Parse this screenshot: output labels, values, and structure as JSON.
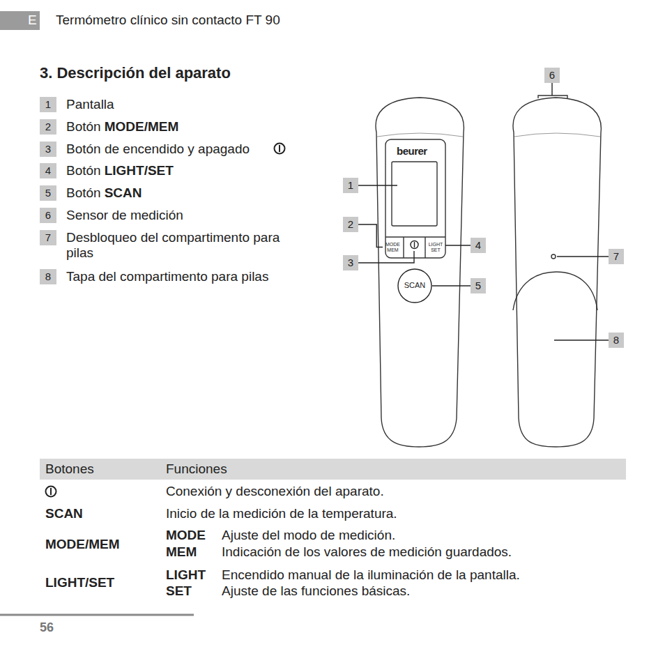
{
  "diagram": {
    "title": "3. Descripción del aparato",
    "nodes": [
      {
        "text": [
          "1"
        ]
      },
      {
        "text": [
          "2"
        ]
      },
      {
        "text": [
          "3"
        ]
      },
      {
        "text": [
          "4"
        ]
      },
      {
        "text": [
          "5"
        ]
      },
      {
        "text": [
          "6"
        ]
      },
      {
        "text": [
          "7"
        ]
      },
      {
        "text": [
          "8"
        ]
      },
      {
        "text": [
          "MODE MEM"
        ]
      },
      {
        "text": [
          "LIGHT SET"
        ]
      },
      {
        "text": [
          "SCAN"
        ]
      },
      {
        "text": [
          "1"
        ]
      },
      {
        "text": [
          "2"
        ]
      },
      {
        "text": [
          "3"
        ]
      },
      {
        "text": [
          "4"
        ]
      },
      {
        "text": [
          "5"
        ]
      },
      {
        "text": [
          "6"
        ]
      },
      {
        "text": [
          "7"
        ]
      },
      {
        "text": [
          "8"
        ]
      }
    ],
    "edges": [
      {
        "from": 12,
        "to": 8,
        "arrow": "none"
      },
      {
        "from": 14,
        "to": 9,
        "arrow": "none"
      },
      {
        "from": 15,
        "to": 10,
        "arrow": "none"
      }
    ],
    "labels": [
      "E",
      "Termómetro clínico sin contacto FT 90",
      "Pantalla",
      "Botón",
      "MODE/MEM",
      "Botón de encendido y apagado",
      "Botón",
      "LIGHT/SET",
      "Botón",
      "SCAN",
      "Sensor de medición",
      "Desbloqueo del compartimento para pilas",
      "Tapa del compartimento para pilas",
      "beurer",
      "Botones",
      "Funciones",
      "Conexión y desconexión del aparato.",
      "SCAN",
      "Inicio de la medición de la temperatura.",
      "MODE/MEM",
      "MODE",
      "Ajuste del modo de medición.",
      "MEM",
      "Indicación de los valores de medición guardados.",
      "LIGHT/SET",
      "LIGHT",
      "Encendido manual de la iluminación de la pantalla.",
      "SET",
      "Ajuste de las funciones básicas.",
      "56"
    ]
  }
}
